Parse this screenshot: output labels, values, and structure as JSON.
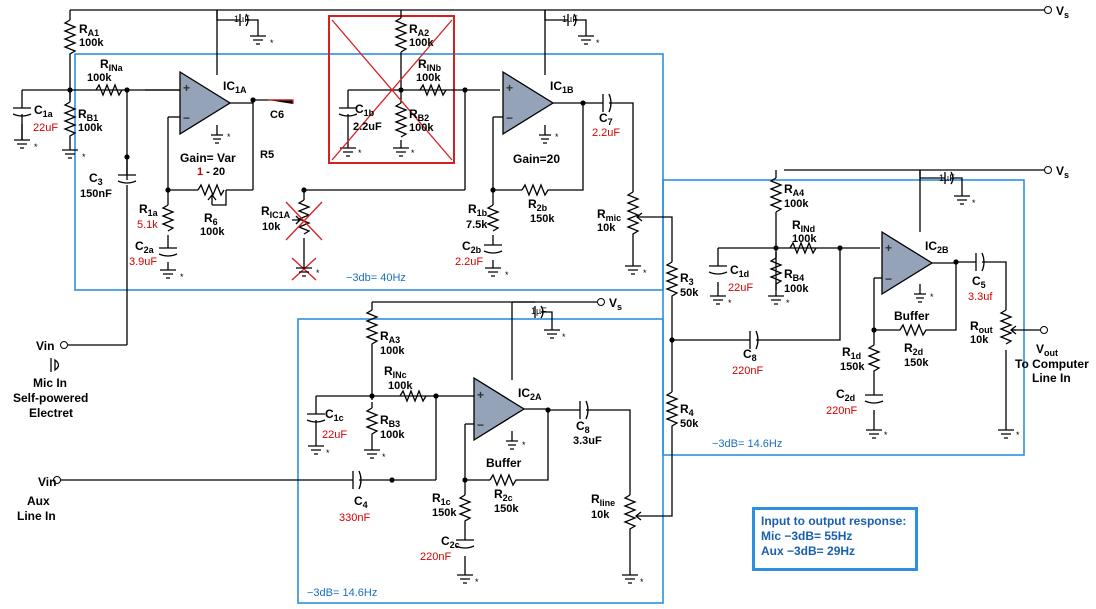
{
  "labels": {
    "vs": "V",
    "vs_sub": "s",
    "uf1": "1µF",
    "ra1": "R",
    "ra1_sub": "A1",
    "ra1_val": "100k",
    "rina": "R",
    "rina_sub": "INa",
    "rina_val": "100k",
    "rb1": "R",
    "rb1_sub": "B1",
    "rb1_val": "100k",
    "c1a": "C",
    "c1a_sub": "1a",
    "c1a_val": "22uF",
    "c3": "C",
    "c3_sub": "3",
    "c3_val": "150nF",
    "ic1a": "IC",
    "ic1a_sub": "1A",
    "c6": "C6",
    "r5": "R5",
    "gain_var": "Gain= Var",
    "gain_range_1": "1",
    "gain_range_2": " - 20",
    "r1a": "R",
    "r1a_sub": "1a",
    "r1a_val": "5.1k",
    "c2a": "C",
    "c2a_sub": "2a",
    "c2a_val": "3.9uF",
    "r6": "R",
    "r6_sub": "6",
    "r6_val": "100k",
    "ric1a": "R",
    "ric1a_sub": "IC1A",
    "ric1a_val": "10k",
    "ra2": "R",
    "ra2_sub": "A2",
    "ra2_val": "100k",
    "rinb": "R",
    "rinb_sub": "INb",
    "rinb_val": "100k",
    "c1b": "C",
    "c1b_sub": "1b",
    "c1b_val": "2.2uF",
    "rb2": "R",
    "rb2_sub": "B2",
    "rb2_val": "100k",
    "ic1b": "IC",
    "ic1b_sub": "1B",
    "c7": "C",
    "c7_sub": "7",
    "c7_val": "2.2uF",
    "gain20": "Gain=20",
    "r1b": "R",
    "r1b_sub": "1b",
    "r1b_val": "7.5k",
    "r2b": "R",
    "r2b_sub": "2b",
    "r2b_val": "150k",
    "c2b": "C",
    "c2b_sub": "2b",
    "c2b_val": "2.2uF",
    "rmic": "R",
    "rmic_sub": "mic",
    "rmic_val": "10k",
    "box1_db": "−3db= 40Hz",
    "vin_mic": "Vin",
    "mic_in_1": "Mic In",
    "mic_in_2": "Self-powered",
    "mic_in_3": "Electret",
    "r3": "R",
    "r3_sub": "3",
    "r3_val": "50k",
    "r4": "R",
    "r4_sub": "4",
    "r4_val": "50k",
    "ra4": "R",
    "ra4_sub": "A4",
    "ra4_val": "100k",
    "rind": "R",
    "rind_sub": "INd",
    "rind_val": "100k",
    "c1d": "C",
    "c1d_sub": "1d",
    "c1d_val": "22uF",
    "rb4": "R",
    "rb4_sub": "B4",
    "rb4_val": "100k",
    "ic2b": "IC",
    "ic2b_sub": "2B",
    "c5": "C",
    "c5_sub": "5",
    "c5_val": "3.3uf",
    "buffer": "Buffer",
    "rout": "R",
    "rout_sub": "out",
    "rout_val": "10k",
    "vout": "V",
    "vout_sub": "out",
    "vout_desc_1": "To Computer",
    "vout_desc_2": "Line In",
    "c8a": "C",
    "c8a_sub": "8",
    "c8a_val": "220nF",
    "r1d": "R",
    "r1d_sub": "1d",
    "r1d_val": "150k",
    "r2d": "R",
    "r2d_sub": "2d",
    "r2d_val": "150k",
    "c2d": "C",
    "c2d_sub": "2d",
    "c2d_val": "220nF",
    "box3_db": "−3dB= 14.6Hz",
    "ra3": "R",
    "ra3_sub": "A3",
    "ra3_val": "100k",
    "rinc": "R",
    "rinc_sub": "INc",
    "rinc_val": "100k",
    "c1c": "C",
    "c1c_sub": "1c",
    "c1c_val": "22uF",
    "rb3": "R",
    "rb3_sub": "B3",
    "rb3_val": "100k",
    "ic2a": "IC",
    "ic2a_sub": "2A",
    "c8b": "C",
    "c8b_sub": "8",
    "c8b_val": "3.3uF",
    "vin_aux": "Vin",
    "aux_1": "Aux",
    "aux_2": "Line In",
    "c4": "C",
    "c4_sub": "4",
    "c4_val": "330nF",
    "r1c": "R",
    "r1c_sub": "1c",
    "r1c_val": "150k",
    "r2c": "R",
    "r2c_sub": "2c",
    "r2c_val": "150k",
    "c2c": "C",
    "c2c_sub": "2c",
    "c2c_val": "220nF",
    "rline": "R",
    "rline_sub": "line",
    "rline_val": "10k",
    "box2_db": "−3dB= 14.6Hz",
    "plus": "+",
    "minus": "−",
    "star": "*"
  },
  "response": {
    "title": "Input to output response:",
    "mic": "Mic −3dB= 55Hz",
    "aux": "Aux −3dB= 29Hz"
  },
  "colors": {
    "box": "#2d8fe0",
    "red": "#d62020",
    "opamp": "#94a3b8"
  }
}
